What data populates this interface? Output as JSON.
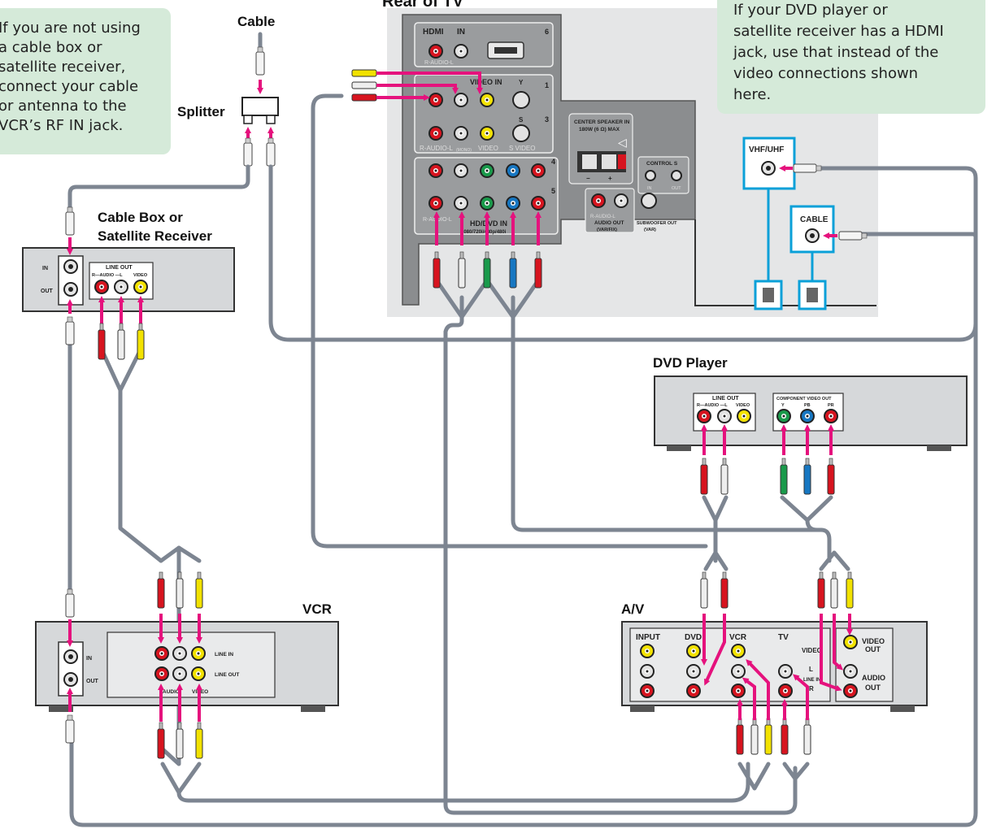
{
  "title_partial": "Rear of TV",
  "note_left": {
    "lines": [
      "If you are not using",
      "a cable box or",
      "satellite receiver,",
      "connect your cable",
      "or antenna to the",
      "VCR’s RF IN jack."
    ]
  },
  "note_right": {
    "lines": [
      "If your DVD player or",
      "satellite receiver has a HDMI",
      "jack, use that instead of the",
      "video connections shown",
      "here."
    ]
  },
  "labels": {
    "cable": "Cable",
    "splitter": "Splitter",
    "cablebox_line1": "Cable Box or",
    "cablebox_line2": "Satellite Receiver",
    "dvd_player": "DVD Player",
    "vcr": "VCR",
    "av": "A/V"
  },
  "tv_panel": {
    "hdmi": "HDMI",
    "hdmi_in": "IN",
    "slot6": "6",
    "hdmi_audio": "R-AUDIO-L",
    "video_in": "VIDEO  IN",
    "slot1": "1",
    "slot3": "3",
    "slot4": "4",
    "slot5": "5",
    "y_label": "Y",
    "s_label": "S",
    "row2_audio": "R-AUDIO-L",
    "row2_mono": "(MONO)",
    "row2_video": "VIDEO",
    "row2_svideo": "S VIDEO",
    "center_speaker_1": "CENTER SPEAKER IN",
    "center_speaker_2": "180W (6 Ω)  MAX",
    "minus": "−",
    "plus": "+",
    "control_s": "CONTROL S",
    "ctrl_in": "IN",
    "ctrl_out": "OUT",
    "hd_audio": "R-AUDIO-L",
    "hd_dvd_in": "HD/DVD IN",
    "hd_dvd_res": "1080/720i/480p/480i",
    "audio_out_audio": "R-AUDIO-L",
    "audio_out": "AUDIO OUT",
    "audio_out_sub": "(VAR/FIX)",
    "subwoofer_1": "SUBWOOFER OUT",
    "subwoofer_2": "(VAR)",
    "vhf_uhf": "VHF/UHF",
    "cable_jack": "CABLE"
  },
  "cablebox": {
    "in": "IN",
    "out": "OUT",
    "line_out": "LINE OUT",
    "r_audio_l": "R—AUDIO —L",
    "video": "VIDEO"
  },
  "dvd": {
    "line_out": "LINE OUT",
    "r_audio_l": "R—AUDIO —L",
    "video": "VIDEO",
    "component": "COMPONENT VIDEO OUT",
    "y": "Y",
    "pb": "PB",
    "pr": "PR"
  },
  "vcr": {
    "in": "IN",
    "out": "OUT",
    "line_in": "LINE IN",
    "line_out": "LINE OUT",
    "audio": "AUDIO",
    "video": "VIDEO"
  },
  "av": {
    "input": "INPUT",
    "dvd": "DVD",
    "vcr": "VCR",
    "tv": "TV",
    "video": "VIDEO",
    "l": "L",
    "line_in": "LINE IN",
    "r": "R",
    "video_out_1": "VIDEO",
    "video_out_2": "OUT",
    "audio_out_1": "AUDIO",
    "audio_out_2": "OUT"
  },
  "colors": {
    "note_bg": "#d5ead9",
    "panel_bg": "#e5e6e7",
    "tv_panel": "#8b8d8f",
    "cable_gray": "#7d8591",
    "arrow_pink": "#e5127d",
    "jack_red": "#d7141f",
    "jack_white": "#d9d9d9",
    "jack_yellow": "#f2e200",
    "jack_green": "#1a9a4b",
    "jack_blue": "#1777c2",
    "highlight_blue": "#0aa0d8"
  }
}
